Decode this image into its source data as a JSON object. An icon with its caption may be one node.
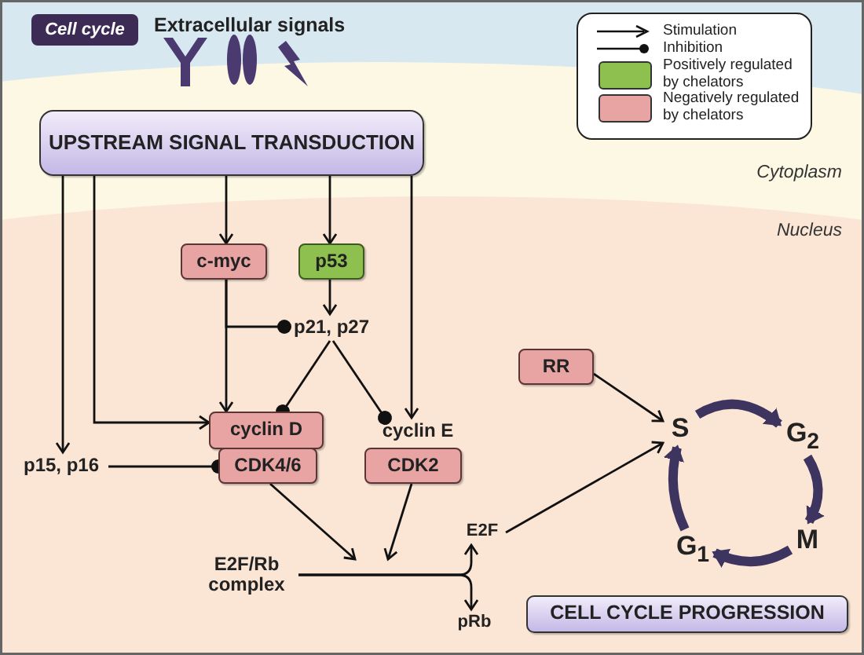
{
  "diagram": {
    "title": "Cell cycle",
    "nodes": [
      {
        "text": [
          "UPSTREAM SIGNAL TRANSDUCTION"
        ]
      },
      {
        "text": [
          "c-myc"
        ]
      },
      {
        "text": [
          "p53"
        ]
      },
      {
        "text": [
          "p21, p27"
        ]
      },
      {
        "text": [
          "cyclin D"
        ]
      },
      {
        "text": [
          "CDK4/6"
        ]
      },
      {
        "text": [
          "cyclin E"
        ]
      },
      {
        "text": [
          "CDK2"
        ]
      },
      {
        "text": [
          "p15, p16"
        ]
      },
      {
        "text": [
          "E2F/Rb complex"
        ]
      },
      {
        "text": [
          "E2F"
        ]
      },
      {
        "text": [
          "pRb"
        ]
      },
      {
        "text": [
          "RR"
        ]
      },
      {
        "text": [
          "S"
        ]
      },
      {
        "text": [
          "G$_{2}$"
        ]
      },
      {
        "text": [
          "M"
        ]
      },
      {
        "text": [
          "G$_{1}$"
        ]
      },
      {
        "text": [
          "CELL CYCLE PROGRESSION"
        ]
      }
    ],
    "edges": [
      {
        "from": 0,
        "to": 1,
        "arrow": "to"
      },
      {
        "from": 0,
        "to": 2,
        "arrow": "to"
      },
      {
        "from": 2,
        "to": 3,
        "arrow": "to"
      },
      {
        "from": 1,
        "to": 4,
        "arrow": "to"
      },
      {
        "from": 1,
        "to": 3,
        "arrow": "other"
      },
      {
        "from": 3,
        "to": 4,
        "arrow": "other"
      },
      {
        "from": 3,
        "to": 6,
        "arrow": "other"
      },
      {
        "from": 0,
        "to": 4,
        "arrow": "to"
      },
      {
        "from": 0,
        "to": 8,
        "arrow": "to"
      },
      {
        "from": 0,
        "to": 6,
        "arrow": "to"
      },
      {
        "from": 8,
        "to": 5,
        "arrow": "other"
      },
      {
        "from": 9,
        "to": 10,
        "arrow": "to"
      },
      {
        "from": 9,
        "to": 11,
        "arrow": "to"
      },
      {
        "from": 5,
        "to": null,
        "arrow": "to"
      },
      {
        "from": 7,
        "to": null,
        "arrow": "to"
      },
      {
        "from": 10,
        "to": 13,
        "arrow": "to"
      },
      {
        "from": 12,
        "to": 13,
        "arrow": "to"
      },
      {
        "from": 13,
        "to": 14,
        "arrow": "to",
        "style": "thick",
        "color": "#3d3560"
      },
      {
        "from": 14,
        "to": 15,
        "arrow": "to",
        "style": "thick",
        "color": "#3d3560"
      },
      {
        "from": 15,
        "to": 16,
        "arrow": "to",
        "style": "thick",
        "color": "#3d3560"
      },
      {
        "from": 16,
        "to": 13,
        "arrow": "to",
        "style": "thick",
        "color": "#3d3560"
      }
    ],
    "labels": [
      "Extracellular signals",
      "Cytoplasm",
      "Nucleus"
    ],
    "legend": [
      {
        "text": "Stimulation"
      },
      {
        "text": "Inhibition"
      },
      {
        "text": "Positively regulated by chelators",
        "color": "#8dc04e"
      },
      {
        "text": "Negatively regulated by chelators",
        "color": "#e8a3a3"
      }
    ]
  }
}
